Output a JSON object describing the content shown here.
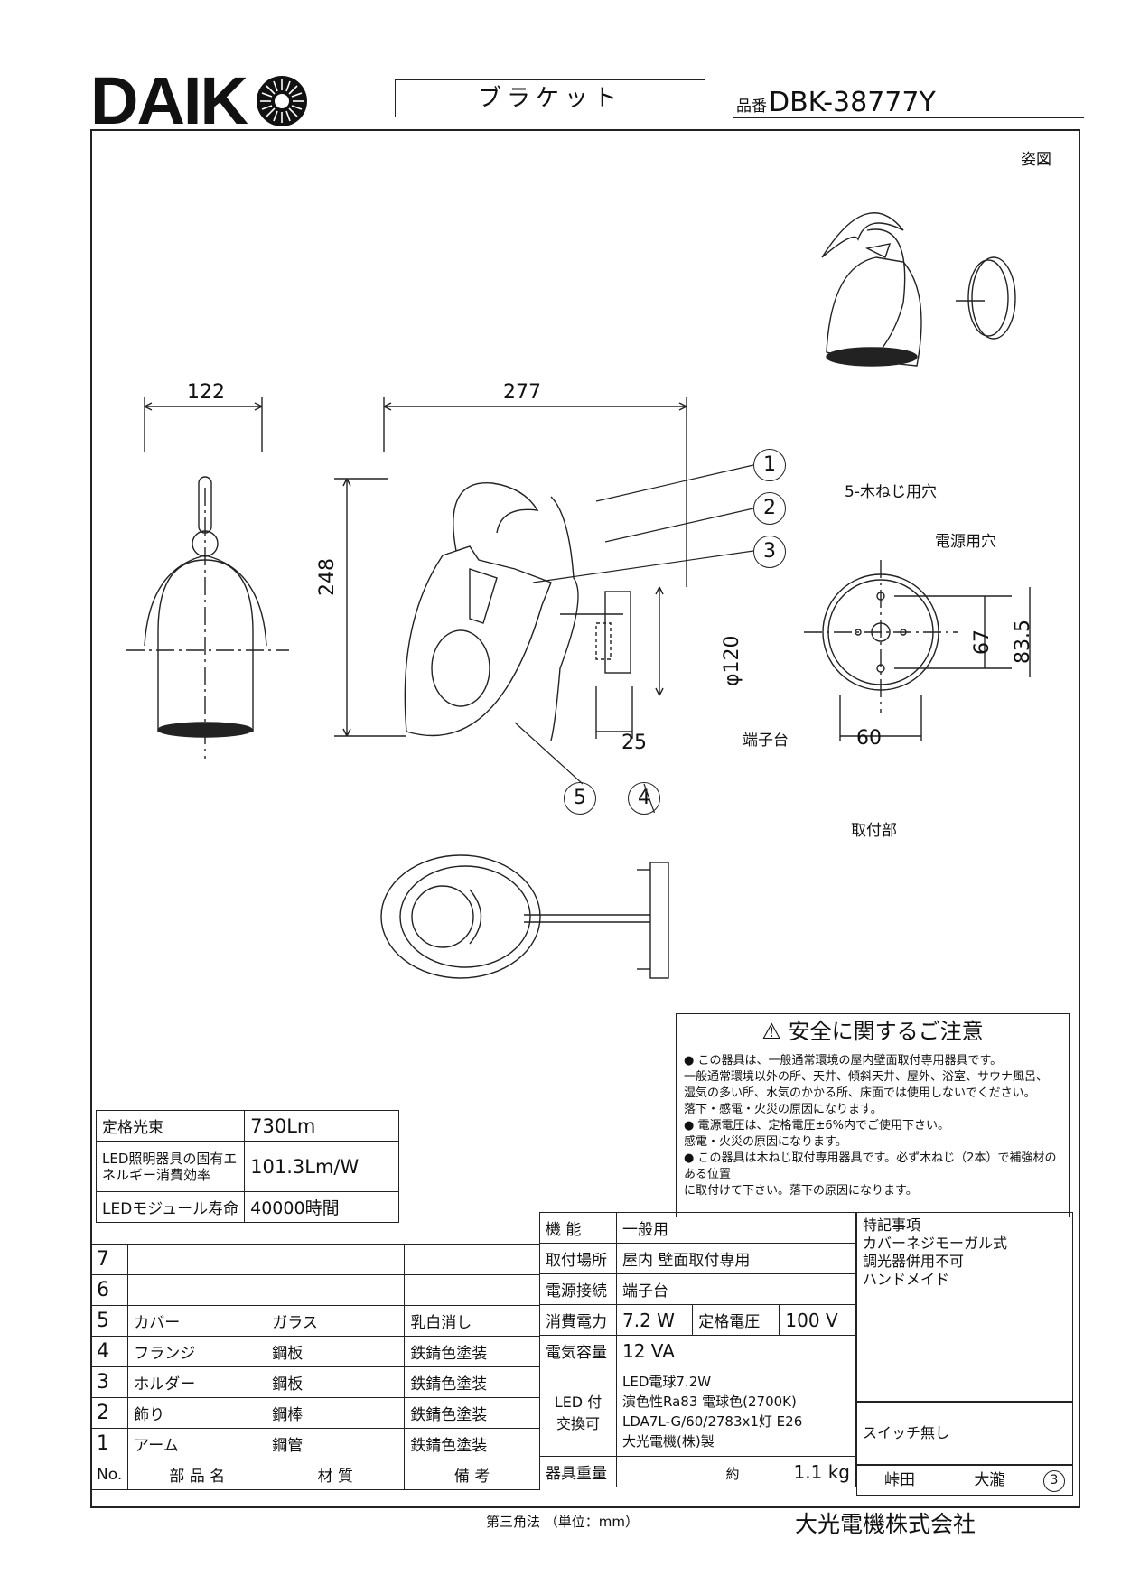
{
  "header": {
    "brand": "DAIK",
    "product_type": "ブラケット",
    "part_prefix": "品番",
    "part_number": "DBK-38777Y"
  },
  "views": {
    "perspective_label": "姿図",
    "mount_label": "取付部",
    "screw_holes_label": "5-木ねじ用穴",
    "power_hole_label": "電源用穴",
    "terminal_label": "端子台"
  },
  "dimensions": {
    "front_width": "122",
    "side_width": "277",
    "height": "248",
    "base_diameter": "φ120",
    "base_depth": "25",
    "mount_67": "67",
    "mount_83": "83.5",
    "mount_60": "60"
  },
  "callouts": [
    "1",
    "2",
    "3",
    "4",
    "5"
  ],
  "safety": {
    "title": "安全に関するご注意",
    "lines": [
      "● この器具は、一般通常環境の屋内壁面取付専用器具です。",
      "一般通常環境以外の所、天井、傾斜天井、屋外、浴室、サウナ風呂、",
      "湿気の多い所、水気のかかる所、床面では使用しないでください。",
      "落下・感電・火災の原因になります。",
      "● 電源電圧は、定格電圧±6%内でご使用下さい。",
      "感電・火災の原因になります。",
      "● この器具は木ねじ取付専用器具です。必ず木ねじ（2本）で補強材のある位置",
      "に取付けて下さい。落下の原因になります。"
    ]
  },
  "performance": [
    {
      "label": "定格光束",
      "value": "730Lm"
    },
    {
      "label": "LED照明器具の固有エネルギー消費効率",
      "value": "101.3Lm/W"
    },
    {
      "label": "LEDモジュール寿命",
      "value": "40000時間"
    }
  ],
  "parts": {
    "headers": [
      "No.",
      "部 品 名",
      "材 質",
      "備 考"
    ],
    "rows": [
      {
        "no": "7",
        "name": "",
        "material": "",
        "note": ""
      },
      {
        "no": "6",
        "name": "",
        "material": "",
        "note": ""
      },
      {
        "no": "5",
        "name": "カバー",
        "material": "ガラス",
        "note": "乳白消し"
      },
      {
        "no": "4",
        "name": "フランジ",
        "material": "鋼板",
        "note": "鉄錆色塗装"
      },
      {
        "no": "3",
        "name": "ホルダー",
        "material": "鋼板",
        "note": "鉄錆色塗装"
      },
      {
        "no": "2",
        "name": "飾り",
        "material": "鋼棒",
        "note": "鉄錆色塗装"
      },
      {
        "no": "1",
        "name": "アーム",
        "material": "鋼管",
        "note": "鉄錆色塗装"
      }
    ]
  },
  "specs": {
    "function_label": "機 能",
    "function": "一般用",
    "location_label": "取付場所",
    "location": "屋内 壁面取付専用",
    "connection_label": "電源接続",
    "connection": "端子台",
    "power_label": "消費電力",
    "power": "7.2 W",
    "voltage_label": "定格電圧",
    "voltage": "100 V",
    "capacity_label": "電気容量",
    "capacity": "12 VA",
    "led_label": "LED 付 交換可",
    "lamp_lines": [
      "LED電球7.2W",
      "演色性Ra83 電球色(2700K)",
      "LDA7L-G/60/2783x1灯 E26",
      "大光電機(株)製"
    ],
    "weight_label": "器具重量",
    "weight_prefix": "約",
    "weight": "1.1 kg"
  },
  "notes": {
    "title": "特記事項",
    "lines": [
      "カバーネジモーガル式",
      "調光器併用不可",
      "ハンドメイド"
    ],
    "switch": "スイッチ無し"
  },
  "signatures": {
    "designer": "峠田",
    "checker": "大瀧",
    "rev": "3"
  },
  "footer": {
    "projection": "第三角法 （単位：mm）",
    "company": "大光電機株式会社"
  }
}
